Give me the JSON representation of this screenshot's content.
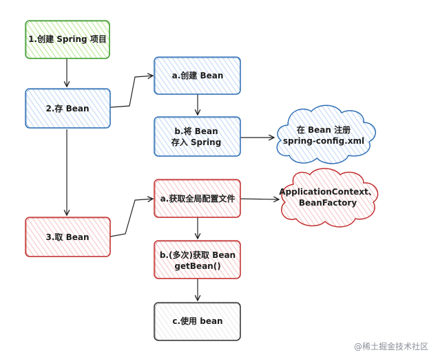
{
  "nodes": {
    "create_project": "1.创建 Spring 项目",
    "store_bean": "2.存 Bean",
    "create_bean": "a.创建 Bean",
    "store_into_spring": [
      "b.将 Bean",
      "存入 Spring"
    ],
    "register_cloud": [
      "在 Bean 注册",
      "spring-config.xml"
    ],
    "get_bean": "3.取 Bean",
    "get_config": "a.获取全局配置文件",
    "context_cloud": [
      "ApplicationContext、",
      "BeanFactory"
    ],
    "get_bean_many": [
      "b.(多次)获取 Bean",
      "getBean()"
    ],
    "use_bean": "c.使用 bean"
  },
  "watermark": "@稀土掘金技术社区",
  "colors": {
    "green_stroke": "#3f9b2f",
    "green_fill": "#d8f5b8",
    "blue_stroke": "#2f6fb5",
    "blue_fill": "#dbe8fa",
    "red_stroke": "#c22f2f",
    "red_fill": "#fbdede",
    "gray_stroke": "#333333",
    "gray_fill": "#f4f4f4",
    "arrow": "#222222"
  }
}
